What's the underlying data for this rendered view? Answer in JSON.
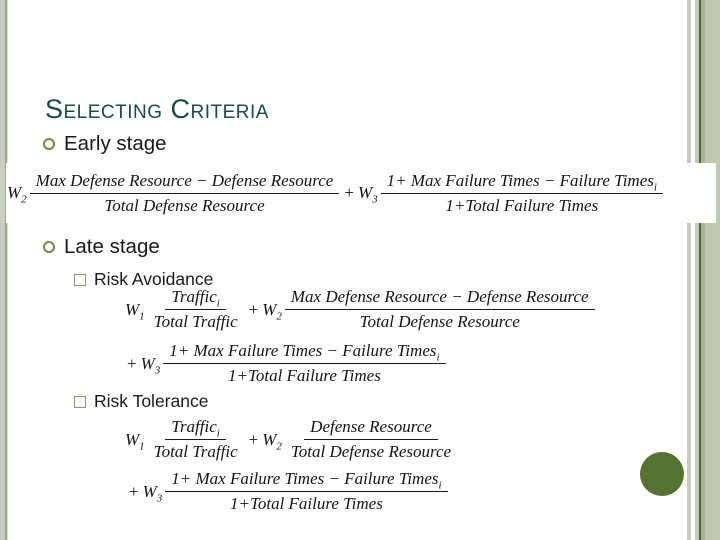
{
  "slide": {
    "title": "Selecting Criteria",
    "bullets": {
      "early": "Early stage",
      "late": "Late stage",
      "risk_avoidance": "Risk Avoidance",
      "risk_tolerance": "Risk Tolerance"
    },
    "colors": {
      "title_teal": "#1d4948",
      "decorative_circle_green": "#567231",
      "border_sage": "#c6ccbc",
      "border_dark_green": "#51673e",
      "bullet_olive": "#72874b"
    }
  },
  "formulas": {
    "early_stage": [
      {
        "coef": "W",
        "sub": "2"
      },
      {
        "frac": {
          "num": "Max Defense Resource − Defense Resource",
          "den": "Total Defense  Resource"
        }
      },
      {
        "op": "+"
      },
      {
        "coef": "W",
        "sub": "3"
      },
      {
        "frac": {
          "num": "1+ Max Failure Times − Failure Times",
          "num_sub": "i",
          "den": "1+Total Failure Times"
        }
      }
    ],
    "risk_avoidance_line1": [
      {
        "coef": "W",
        "sub": "1"
      },
      {
        "frac": {
          "num": "Traffic",
          "num_sub": "i",
          "den": "Total Traffic"
        }
      },
      {
        "op": "+"
      },
      {
        "coef": "W",
        "sub": "2"
      },
      {
        "frac": {
          "num": "Max Defense Resource − Defense Resource",
          "den": "Total Defense  Resource"
        }
      }
    ],
    "risk_avoidance_line2": [
      {
        "op": "+"
      },
      {
        "coef": "W",
        "sub": "3"
      },
      {
        "frac": {
          "num": "1+ Max Failure Times − Failure Times",
          "num_sub": "i",
          "den": "1+Total Failure Times"
        }
      }
    ],
    "risk_tolerance_line1": [
      {
        "coef": "W",
        "sub": "1"
      },
      {
        "frac": {
          "num": "Traffic",
          "num_sub": "i",
          "den": "Total Traffic"
        }
      },
      {
        "op": "+"
      },
      {
        "coef": "W",
        "sub": "2"
      },
      {
        "frac": {
          "num": "Defense Resource",
          "den": "Total Defense  Resource"
        }
      }
    ],
    "risk_tolerance_line2": [
      {
        "op": "+"
      },
      {
        "coef": "W",
        "sub": "3"
      },
      {
        "frac": {
          "num": "1+ Max Failure Times − Failure Times",
          "num_sub": "i",
          "den": "1+Total Failure Times"
        }
      }
    ]
  }
}
